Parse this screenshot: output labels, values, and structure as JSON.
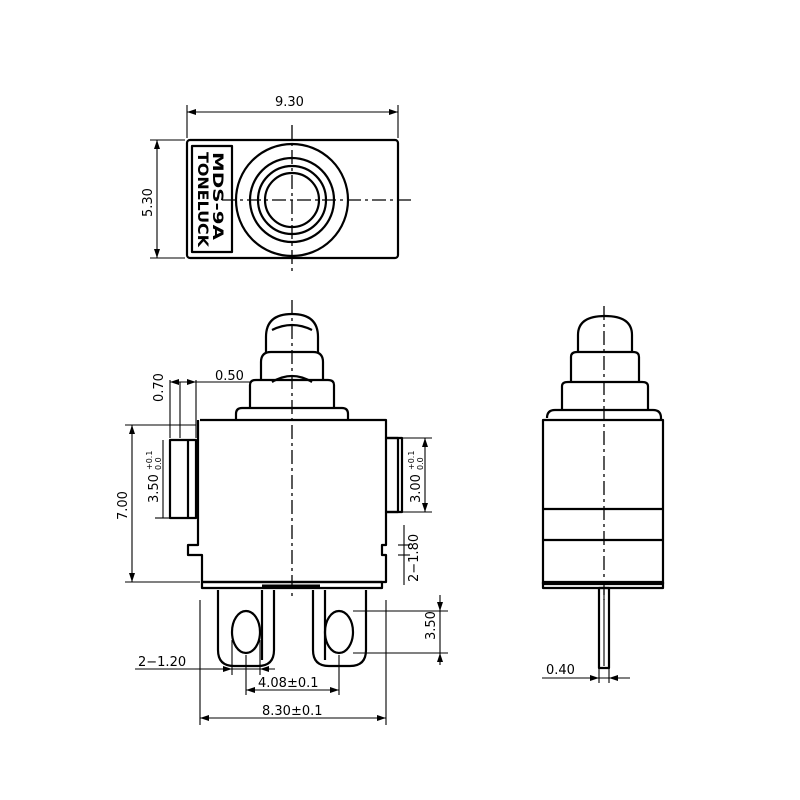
{
  "label": {
    "brand": "TONELUCK",
    "model": "MDS-9A"
  },
  "dims": {
    "width_top": "9.30",
    "height_top": "5.30",
    "body_height": "7.00",
    "plunger_offset": "0.70",
    "plunger_gap": "0.50",
    "left_tab": "3.50",
    "left_tab_tol_up": "+0.1",
    "left_tab_tol_dn": "0.0",
    "right_tab": "3.00",
    "right_tab_tol_up": "+0.1",
    "right_tab_tol_dn": "0.0",
    "mount_holes": "2−1.80",
    "terminal_len": "3.50",
    "terminal_holes": "2−1.20",
    "terminal_pitch": "4.08±0.1",
    "overall_width": "8.30±0.1",
    "terminal_thickness": "0.40"
  }
}
